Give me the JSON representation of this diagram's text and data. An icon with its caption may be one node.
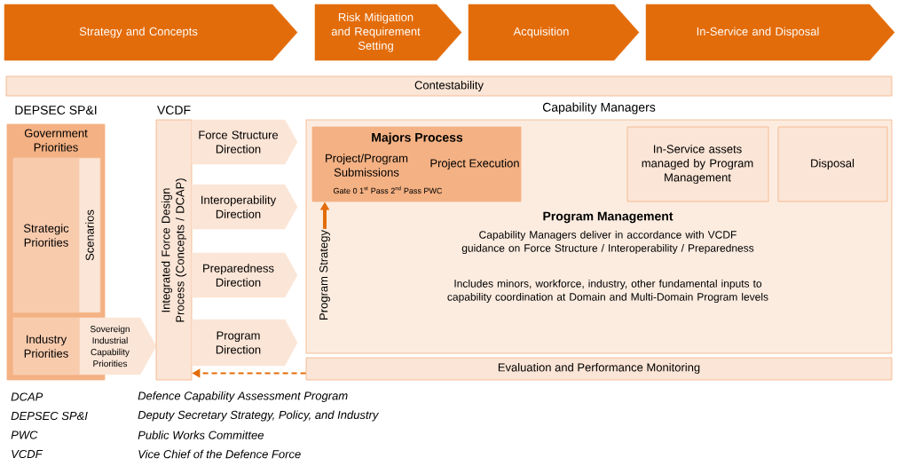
{
  "diagram": {
    "nodes": [
      {
        "text": [
          "Strategy and Concepts"
        ]
      },
      {
        "text": [
          "Risk Mitigation and Requirement Setting"
        ]
      },
      {
        "text": [
          "Acquisition"
        ]
      },
      {
        "text": [
          "In-Service and Disposal"
        ]
      },
      {
        "text": [
          "Contestability"
        ]
      },
      {
        "text": [
          "DEPSEC SP&I",
          "Government Priorities"
        ]
      },
      {
        "text": [
          "Strategic Priorities"
        ],
        "in": 5
      },
      {
        "text": [
          "Scenarios"
        ],
        "in": 5
      },
      {
        "text": [
          "Industry Priorities"
        ],
        "in": 5
      },
      {
        "text": [
          "Sovereign Industrial Capability Priorities"
        ]
      },
      {
        "text": [
          "VCDF",
          "Integrated Force Design Process (Concepts / DCAP)"
        ]
      },
      {
        "text": [
          "Force Structure Direction"
        ]
      },
      {
        "text": [
          "Interoperability Direction"
        ]
      },
      {
        "text": [
          "Preparedness Direction"
        ]
      },
      {
        "text": [
          "Program Direction"
        ]
      },
      {
        "text": [
          "Capability Managers",
          "Program Management",
          "Capability Managers deliver in accordance with VCDF guidance on Force Structure / Interoperability / Preparedness",
          "Includes minors, workforce, industry, other fundamental inputs to capability coordination at Domain and Multi-Domain Program levels"
        ]
      },
      {
        "text": [
          "Majors Process",
          "Project/Program Submissions",
          "Project Execution",
          "Gate 0 1$^{st}$ Pass 2$^{nd}$ Pass PWC"
        ],
        "in": 15
      },
      {
        "text": [
          "In-Service assets managed by Program Management"
        ],
        "in": 15
      },
      {
        "text": [
          "Disposal"
        ],
        "in": 15
      },
      {
        "text": [
          "Program Strategy"
        ],
        "in": 15
      },
      {
        "text": [
          "Evaluation and Performance Monitoring"
        ]
      }
    ],
    "edges": [
      {
        "from": 19,
        "to": 16,
        "arrow": "to",
        "style": "thick",
        "color": "#e36c0a"
      },
      {
        "from": 20,
        "to": 10,
        "arrow": "to",
        "style": "dashed",
        "color": "#e36c0a"
      }
    ],
    "labels": [
      "DCAP",
      "Defence Capability Assessment Program",
      "DEPSEC SP&I",
      "Deputy Secretary Strategy, Policy, and Industry",
      "PWC",
      "Public Works Committee",
      "VCDF",
      "Vice Chief of the Defence Force"
    ]
  }
}
